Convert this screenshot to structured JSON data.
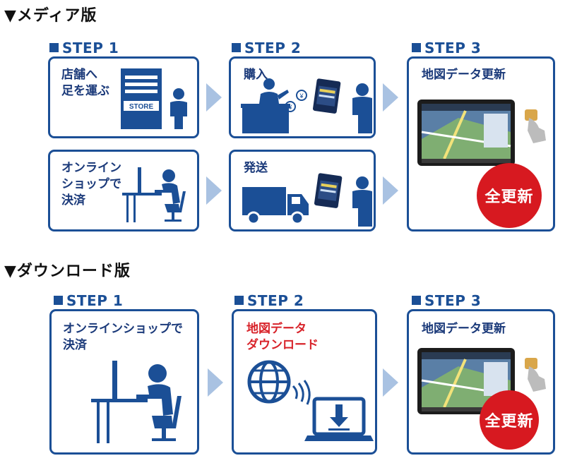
{
  "media": {
    "title": "▼メディア版",
    "steps": [
      {
        "label": "STEP 1",
        "boxes": [
          {
            "text": "店舗へ\n足を運ぶ",
            "icon_text": "STORE"
          },
          {
            "text": "オンライン\nショップで\n決済"
          }
        ]
      },
      {
        "label": "STEP 2",
        "boxes": [
          {
            "text": "購入"
          },
          {
            "text": "発送"
          }
        ]
      },
      {
        "label": "STEP 3",
        "boxes": [
          {
            "text": "地図データ更新",
            "badge": "全更新"
          }
        ]
      }
    ]
  },
  "download": {
    "title": "▼ダウンロード版",
    "steps": [
      {
        "label": "STEP 1",
        "boxes": [
          {
            "text": "オンラインショップで\n決済"
          }
        ]
      },
      {
        "label": "STEP 2",
        "boxes": [
          {
            "text": "地図データ\nダウンロード"
          }
        ]
      },
      {
        "label": "STEP 3",
        "boxes": [
          {
            "text": "地図データ更新",
            "badge": "全更新"
          }
        ]
      }
    ]
  },
  "colors": {
    "primary": "#1b4f96",
    "arrow": "#a9c2e2",
    "accent_red": "#d71920"
  }
}
